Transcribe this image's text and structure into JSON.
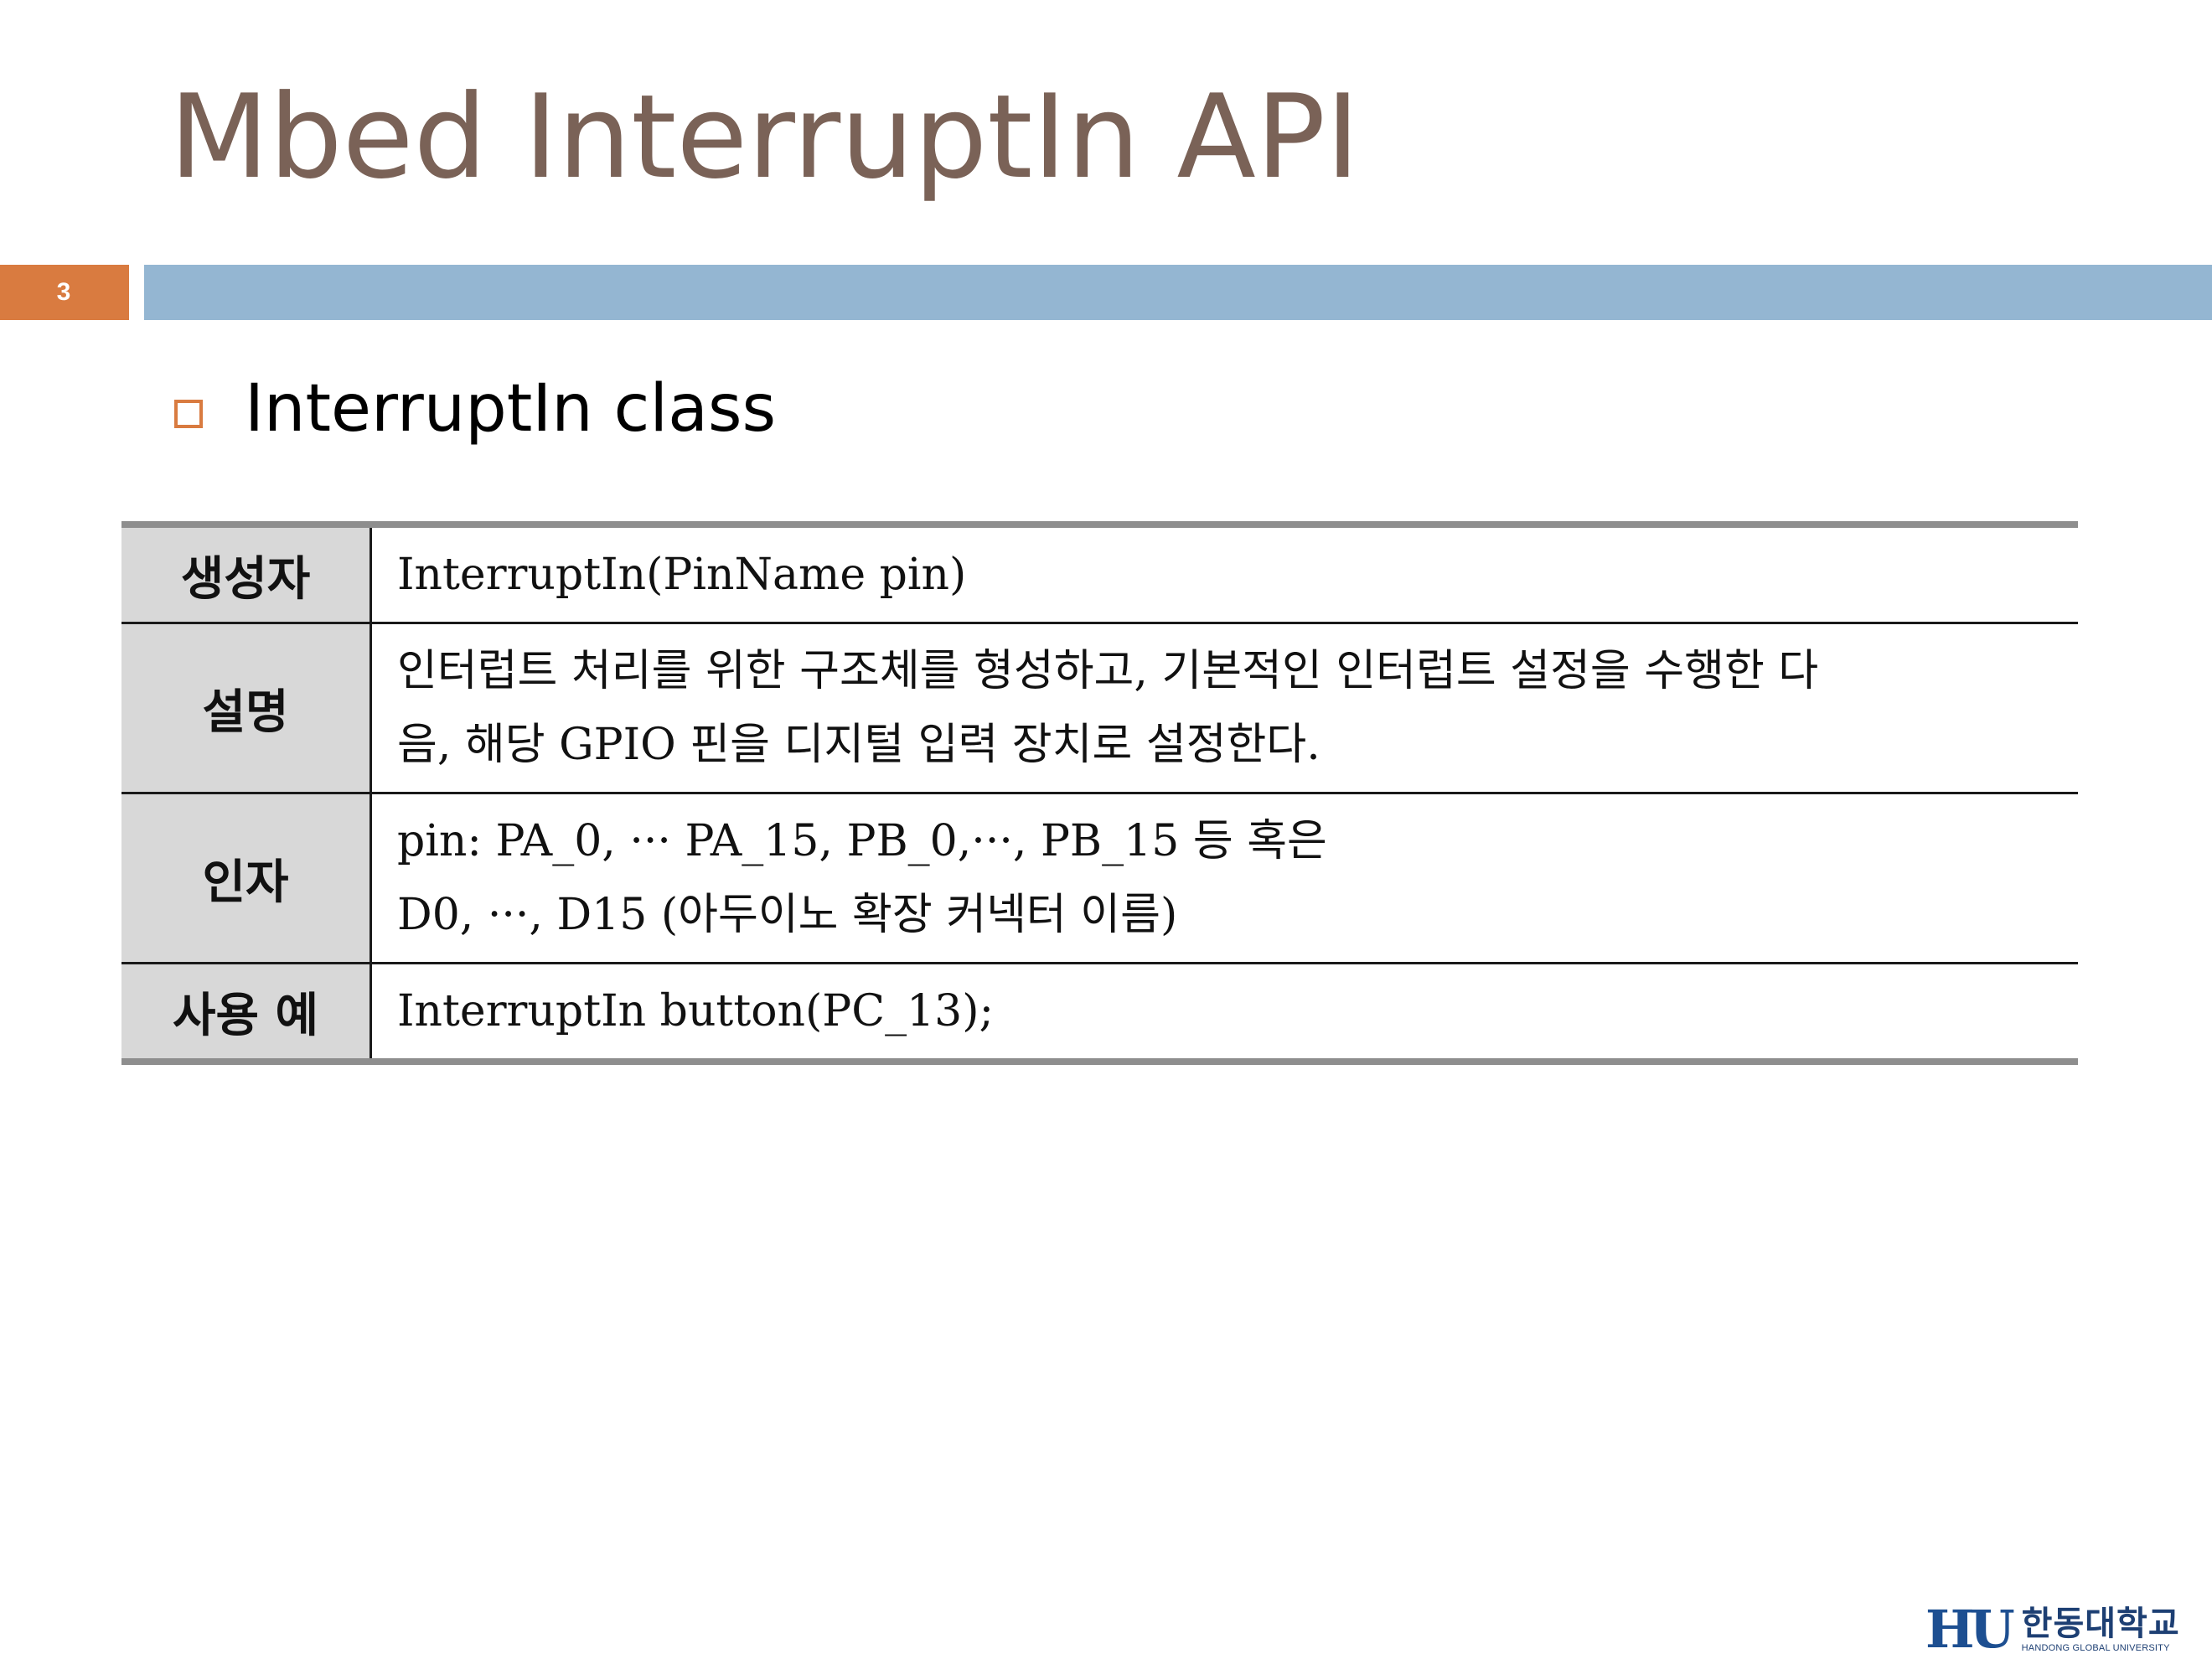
{
  "slide": {
    "title": "Mbed InterruptIn API",
    "page_number": "3",
    "bullet": "InterruptIn class"
  },
  "table": {
    "rows": [
      {
        "label": "생성자",
        "lines": [
          "InterruptIn(PinName  pin)"
        ]
      },
      {
        "label": "설명",
        "lines": [
          "인터럽트 처리를 위한 구조체를 형성하고, 기본적인 인터럽트 설정을 수행한 다",
          "음, 해당 GPIO 핀을 디지털 입력 장치로 설정한다."
        ]
      },
      {
        "label": "인자",
        "lines": [
          "pin: PA_0,  ··· PA_15,  PB_0,···,  PB_15 등 혹은",
          "D0,  ···,  D15 (아두이노 확장 커넥터 이름)"
        ]
      },
      {
        "label": "사용 예",
        "lines": [
          "InterruptIn  button(PC_13);"
        ]
      }
    ]
  },
  "logo": {
    "mark": "HU",
    "name_kr": "한동대학교",
    "name_en": "HANDONG GLOBAL UNIVERSITY"
  },
  "colors": {
    "title": "#7a6257",
    "accent_orange": "#d97b40",
    "accent_blue": "#94b6d2",
    "label_bg": "#d8d8d8",
    "logo_blue": "#1d4f91"
  }
}
